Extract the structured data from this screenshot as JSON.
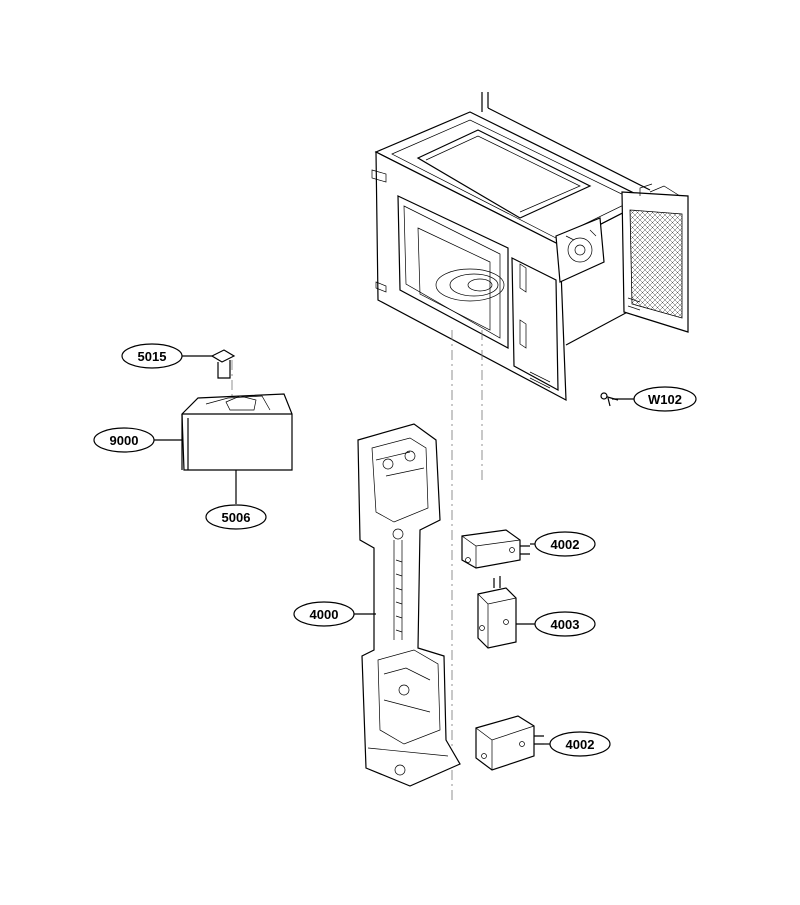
{
  "diagram": {
    "callouts": {
      "c5015": "5015",
      "c9000": "9000",
      "c5006": "5006",
      "c4000": "4000",
      "cW102": "W102",
      "c4002a": "4002",
      "c4003": "4003",
      "c4002b": "4002"
    },
    "parts": [
      "microwave-cavity",
      "control-box",
      "door-latch-frame",
      "interlock-switch-upper",
      "interlock-switch-middle",
      "interlock-switch-lower",
      "screw"
    ]
  }
}
